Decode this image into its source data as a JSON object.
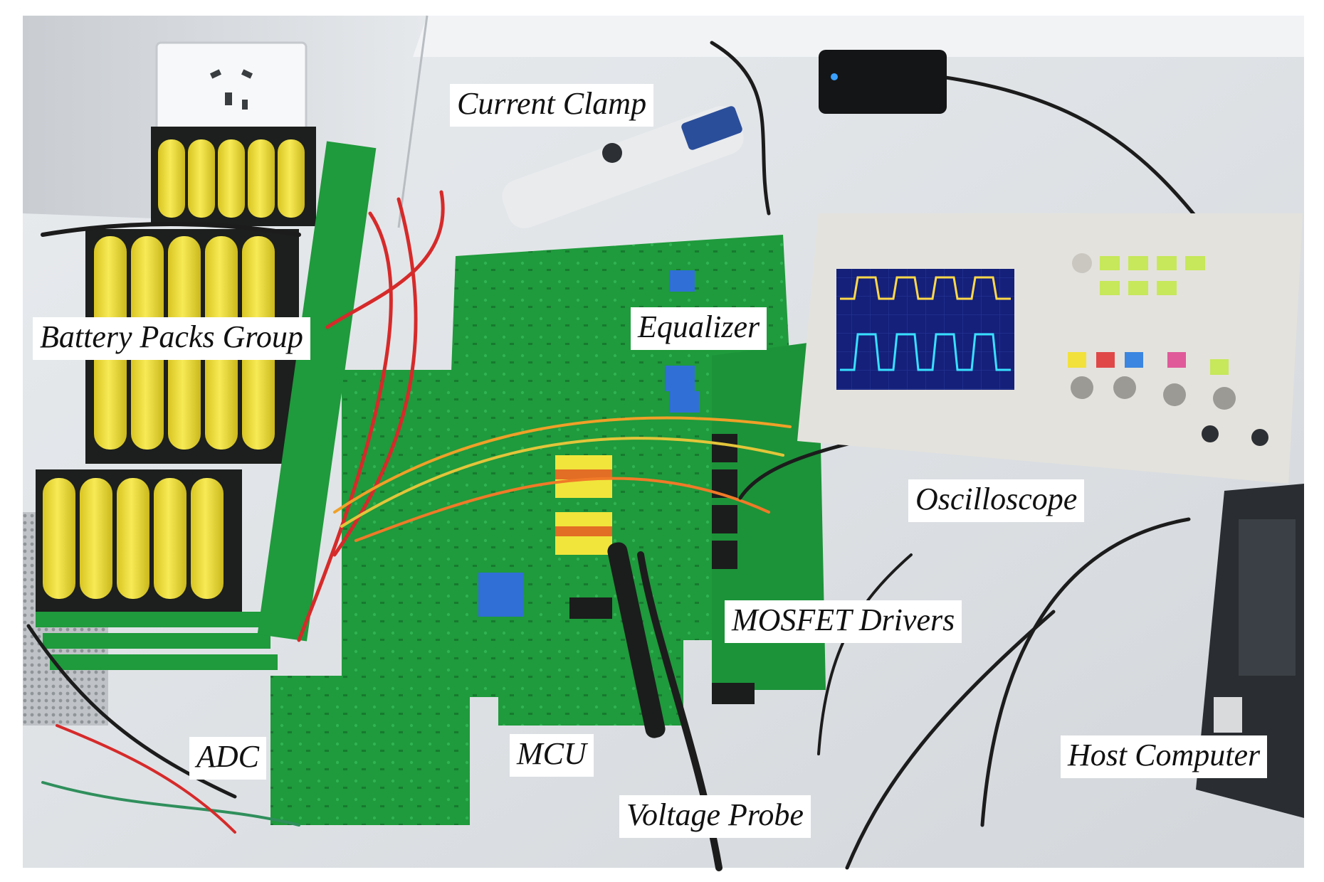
{
  "figure": {
    "labels": {
      "current_clamp": "Current Clamp",
      "battery_packs_group": "Battery Packs Group",
      "equalizer": "Equalizer",
      "oscilloscope": "Oscilloscope",
      "mosfet_drivers": "MOSFET Drivers",
      "adc": "ADC",
      "mcu": "MCU",
      "voltage_probe": "Voltage Probe",
      "host_computer": "Host Computer"
    }
  },
  "colors": {
    "pcb_green": "#1f9a3c",
    "battery_yellow": "#f2e23c",
    "oscilloscope_screen": "#14207a",
    "trace_yellow": "#ffd84a",
    "trace_cyan": "#38e0ff",
    "label_background": "#ffffff"
  },
  "icons": [
    "battery-cell-icon",
    "wall-socket-icon",
    "oscilloscope-icon",
    "laptop-icon",
    "current-clamp-icon",
    "power-adapter-icon"
  ]
}
